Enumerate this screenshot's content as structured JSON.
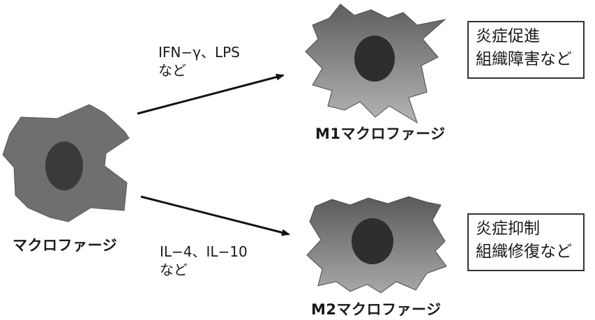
{
  "source_cell": {
    "label": "マクロファージ"
  },
  "upper_pathway": {
    "stimulus_line1": "IFN−γ、LPS",
    "stimulus_line2": "など",
    "cell_label": "M1マクロファージ",
    "effect_line1": "炎症促進",
    "effect_line2": "組織障害など"
  },
  "lower_pathway": {
    "stimulus_line1": "IL−4、IL−10",
    "stimulus_line2": "など",
    "cell_label": "M2マクロファージ",
    "effect_line1": "炎症抑制",
    "effect_line2": "組織修復など"
  },
  "colors": {
    "cell_body": "#6f6f6f",
    "cell_body_light": "#a0a0a0",
    "nucleus": "#3a3a3a",
    "arrow": "#111111",
    "box_border": "#333333"
  }
}
